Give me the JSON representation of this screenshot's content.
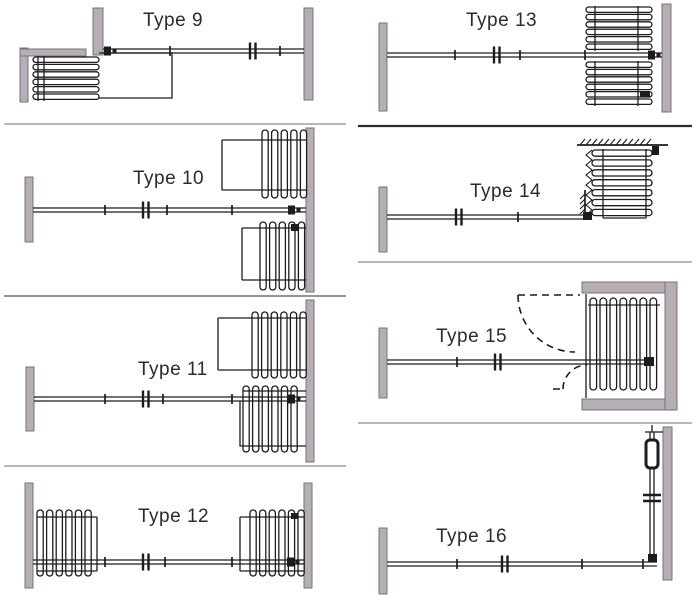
{
  "colors": {
    "background": "#ffffff",
    "wall_fill": "#b5aeb5",
    "wall_edge": "#7a737a",
    "line": "#1c1c1c",
    "label_text": "#2b2b2b",
    "divider_light": "#9f9f9f",
    "divider_mid": "#565656",
    "divider_dark": "#2c2c2c"
  },
  "panels": [
    {
      "id": "type-9",
      "label": "Type 9"
    },
    {
      "id": "type-10",
      "label": "Type 10"
    },
    {
      "id": "type-11",
      "label": "Type 11"
    },
    {
      "id": "type-12",
      "label": "Type 12"
    },
    {
      "id": "type-13",
      "label": "Type 13"
    },
    {
      "id": "type-14",
      "label": "Type 14"
    },
    {
      "id": "type-15",
      "label": "Type 15"
    },
    {
      "id": "type-16",
      "label": "Type 16"
    }
  ]
}
